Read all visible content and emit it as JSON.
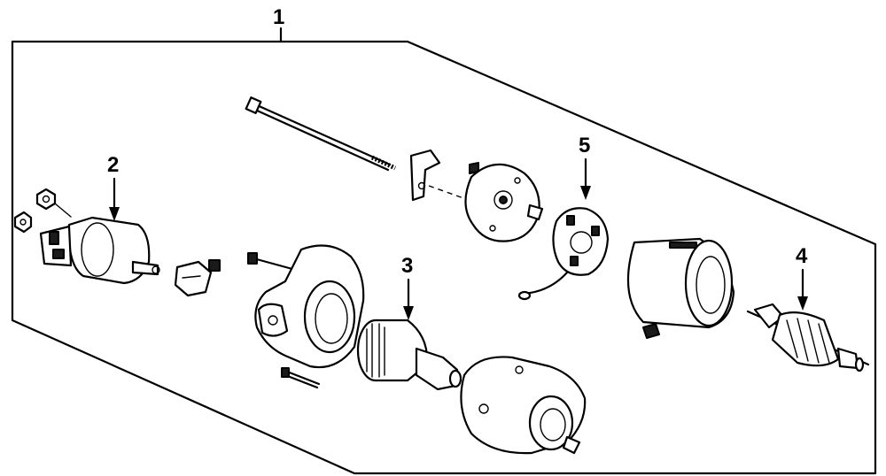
{
  "colors": {
    "line": "#000000",
    "background": "#ffffff"
  },
  "callouts": [
    {
      "id": "1",
      "label": "1",
      "part": "starter-assembly"
    },
    {
      "id": "2",
      "label": "2",
      "part": "solenoid"
    },
    {
      "id": "3",
      "label": "3",
      "part": "drive-gear"
    },
    {
      "id": "4",
      "label": "4",
      "part": "armature"
    },
    {
      "id": "5",
      "label": "5",
      "part": "brush-holder"
    }
  ]
}
